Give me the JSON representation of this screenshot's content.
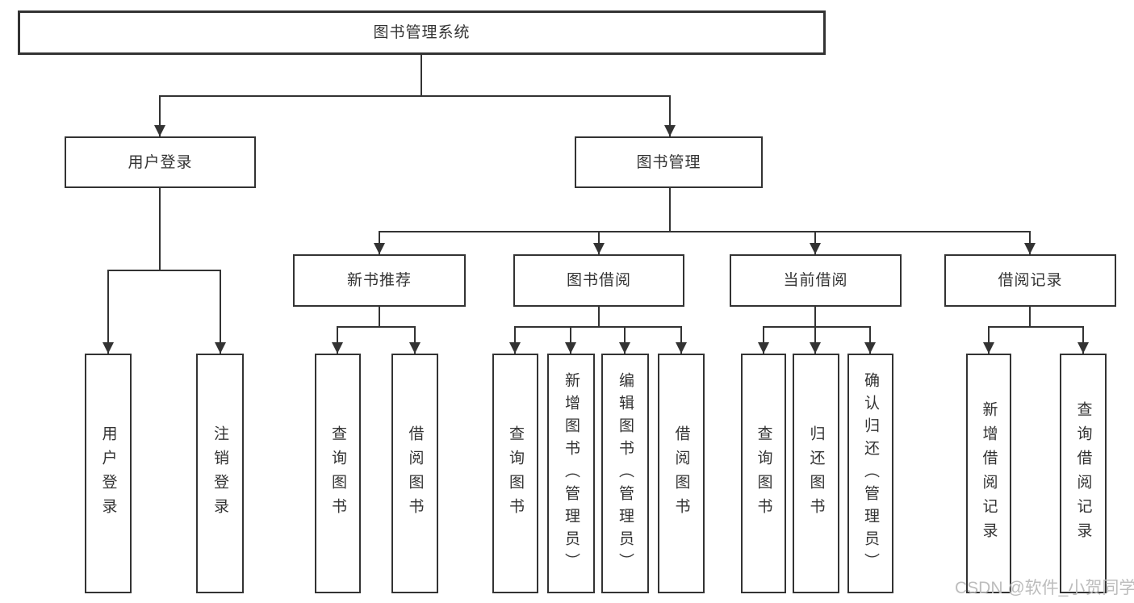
{
  "diagram_type": "hierarchy-tree",
  "colors": {
    "line": "#333333",
    "box_border": "#333333",
    "text": "#333333",
    "background": "#ffffff",
    "watermark": "#bdbdbd"
  },
  "tree": {
    "label": "图书管理系统",
    "children": [
      {
        "label": "用户登录",
        "children": [
          {
            "label": "用户登录"
          },
          {
            "label": "注销登录"
          }
        ]
      },
      {
        "label": "图书管理",
        "children": [
          {
            "label": "新书推荐",
            "children": [
              {
                "label": "查询图书"
              },
              {
                "label": "借阅图书"
              }
            ]
          },
          {
            "label": "图书借阅",
            "children": [
              {
                "label": "查询图书"
              },
              {
                "label": "新增图书（管理员）"
              },
              {
                "label": "编辑图书（管理员）"
              },
              {
                "label": "借阅图书"
              }
            ]
          },
          {
            "label": "当前借阅",
            "children": [
              {
                "label": "查询图书"
              },
              {
                "label": "归还图书"
              },
              {
                "label": "确认归还（管理员）"
              }
            ]
          },
          {
            "label": "借阅记录",
            "children": [
              {
                "label": "新增借阅记录"
              },
              {
                "label": "查询借阅记录"
              }
            ]
          }
        ]
      }
    ]
  },
  "watermark": {
    "text": "CSDN @软件_小贺同学"
  }
}
